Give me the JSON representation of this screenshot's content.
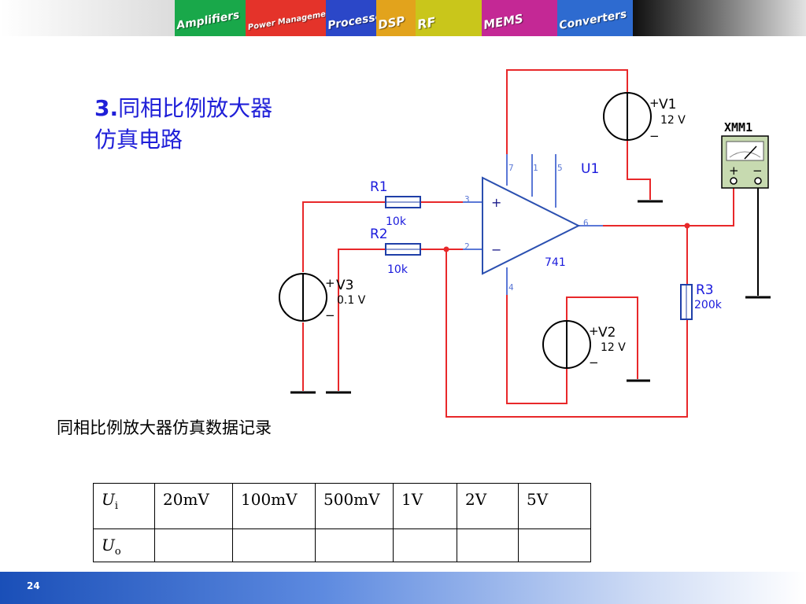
{
  "banner": {
    "tiles": [
      {
        "label": "Amplifiers",
        "color": "#19a84a"
      },
      {
        "label": "Power Management",
        "color": "#e4332a"
      },
      {
        "label": "Processors",
        "color": "#2b47c8"
      },
      {
        "label": "DSP",
        "color": "#e2a31c"
      },
      {
        "label": "RF",
        "color": "#c9c61b"
      },
      {
        "label": "MEMS",
        "color": "#c42895"
      },
      {
        "label": "Converters",
        "color": "#2e6bd0"
      }
    ]
  },
  "slide": {
    "title_number": "3.",
    "title_line1": "同相比例放大器",
    "title_line2": "仿真电路",
    "caption": "同相比例放大器仿真数据记录",
    "page_number": "24"
  },
  "circuit": {
    "r1": {
      "name": "R1",
      "value": "10k"
    },
    "r2": {
      "name": "R2",
      "value": "10k"
    },
    "r3": {
      "name": "R3",
      "value": "200k"
    },
    "v1": {
      "name": "V1",
      "value": "12 V"
    },
    "v2": {
      "name": "V2",
      "value": "12 V"
    },
    "v3": {
      "name": "V3",
      "value": "0.1 V"
    },
    "opamp": {
      "name": "U1",
      "model": "741",
      "pins": [
        "7",
        "1",
        "5",
        "3",
        "2",
        "6",
        "4"
      ]
    },
    "meter": {
      "name": "XMM1"
    },
    "plus_sign": "+",
    "minus_sign": "−",
    "wire_color": "#e8282a"
  },
  "table": {
    "input_symbol": "U",
    "input_sub": "i",
    "output_symbol": "U",
    "output_sub": "o",
    "input_values": [
      "20mV",
      "100mV",
      "500mV",
      "1V",
      "2V",
      "5V"
    ],
    "output_values": [
      "",
      "",
      "",
      "",
      "",
      ""
    ]
  }
}
